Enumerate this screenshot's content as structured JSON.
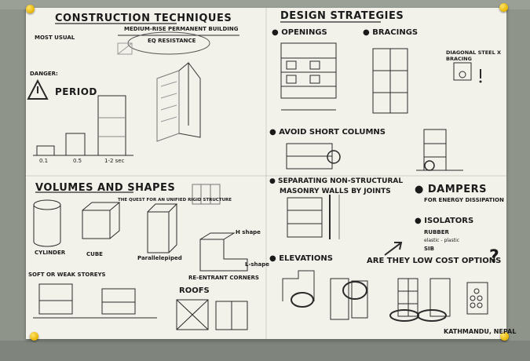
{
  "poster": {
    "left": {
      "title": "CONSTRUCTION TECHNIQUES",
      "subtitle": "MEDIUM-RISE PERMANENT BUILDING",
      "eq_resistance": "EQ RESISTANCE",
      "most_usual": "MOST USUAL",
      "danger": "DANGER:",
      "period": "PERIOD",
      "period_labels": [
        "0.1",
        "0.5",
        "1-2 sec"
      ],
      "volumes_title": "VOLUMES AND SHAPES",
      "volumes_subtitle": "THE QUEST FOR AN UNIFIED RIGID STRUCTURE",
      "shapes": [
        "CYLINDER",
        "CUBE",
        "Parallelepiped"
      ],
      "h_shape": "H shape",
      "l_shape": "L-shape",
      "reentrant": "RE-ENTRANT CORNERS",
      "soft_storeys": "SOFT OR WEAK STOREYS",
      "roofs": "ROOFS"
    },
    "right": {
      "title": "DESIGN STRATEGIES",
      "openings": "OPENINGS",
      "bracings": "BRACINGS",
      "diagonal": "DIAGONAL STEEL X BRACING",
      "short_columns": "AVOID SHORT COLUMNS",
      "separating": "SEPARATING NON-STRUCTURAL",
      "separating2": "MASONRY WALLS BY JOINTS",
      "dampers": "DAMPERS",
      "dampers_sub": "FOR ENERGY DISSIPATION",
      "isolators": "ISOLATORS",
      "rubber": "RUBBER",
      "elastic": "elastic - plastic",
      "sib": "SIB",
      "elevations": "ELEVATIONS",
      "low_cost": "ARE THEY LOW COST OPTIONS",
      "question": "?",
      "signature": "KATHMANDU, NEPAL"
    }
  }
}
